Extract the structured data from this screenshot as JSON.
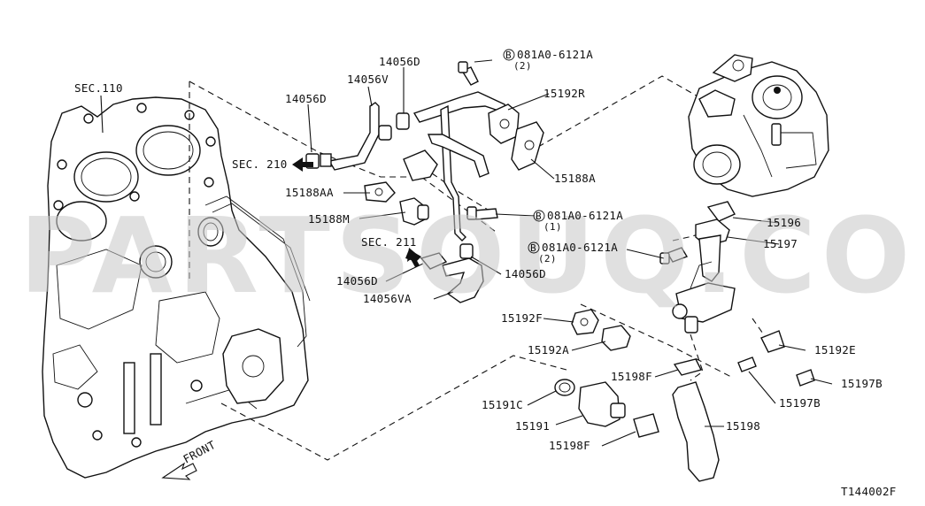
{
  "watermark": "PARTSOUQ.COM",
  "diagram_code": "T144002F",
  "front_label": "FRONT",
  "sections": {
    "sec110": "SEC.110",
    "sec210": "SEC. 210",
    "sec211": "SEC. 211"
  },
  "bolts": {
    "b1_code": "081A0-6121A",
    "b1_qty": "(2)",
    "b2_code": "081A0-6121A",
    "b2_qty": "(1)",
    "b3_code": "081A0-6121A",
    "b3_qty": "(2)",
    "b_marker": "B"
  },
  "parts": {
    "p14056D_top": "14056D",
    "p14056V": "14056V",
    "p14056D_left": "14056D",
    "p15192R": "15192R",
    "p15188A": "15188A",
    "p15188AA": "15188AA",
    "p15188M": "15188M",
    "p14056D_b1": "14056D",
    "p14056D_b2": "14056D",
    "p14056VA": "14056VA",
    "p15196": "15196",
    "p15197": "15197",
    "p15192F": "15192F",
    "p15192A": "15192A",
    "p15192E": "15192E",
    "p15198F_top": "15198F",
    "p15197B_right": "15197B",
    "p15197B_left": "15197B",
    "p15191C": "15191C",
    "p15191": "15191",
    "p15198": "15198",
    "p15198F_bottom": "15198F"
  }
}
